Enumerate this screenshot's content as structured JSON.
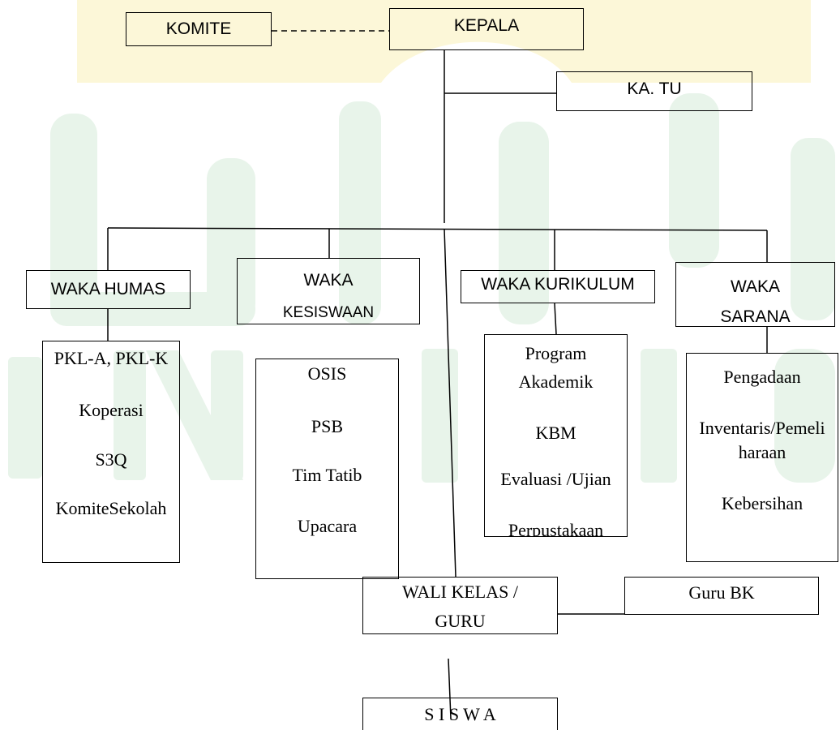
{
  "chart": {
    "komite": "KOMITE",
    "kepala": "KEPALA",
    "ka_tu": "KA. TU",
    "waka_humas": {
      "title": [
        "WAKA HUMAS"
      ],
      "units": [
        "PKL-A, PKL-K",
        "Koperasi",
        "S3Q",
        "KomiteSekolah"
      ]
    },
    "waka_kesiswaan": {
      "title": [
        "WAKA",
        "KESISWAAN"
      ],
      "units": [
        "OSIS",
        "PSB",
        "Tim Tatib",
        "Upacara"
      ]
    },
    "waka_kurikulum": {
      "title": [
        "WAKA KURIKULUM"
      ],
      "units": [
        "Program",
        "Akademik",
        "KBM",
        "Evaluasi /Ujian",
        "Perpustakaan"
      ]
    },
    "waka_sarana": {
      "title": [
        "WAKA",
        "SARANA"
      ],
      "units": [
        "Pengadaan",
        "Inventaris/Pemeli",
        "haraan",
        "Kebersihan"
      ]
    },
    "wali_kelas": [
      "WALI KELAS /",
      "GURU"
    ],
    "guru_bk": "Guru BK",
    "siswa": "S I S W A"
  },
  "colors": {
    "line": "#000000",
    "watermark_green": "#e8f4ea",
    "watermark_yellow": "#fcf7d8"
  }
}
